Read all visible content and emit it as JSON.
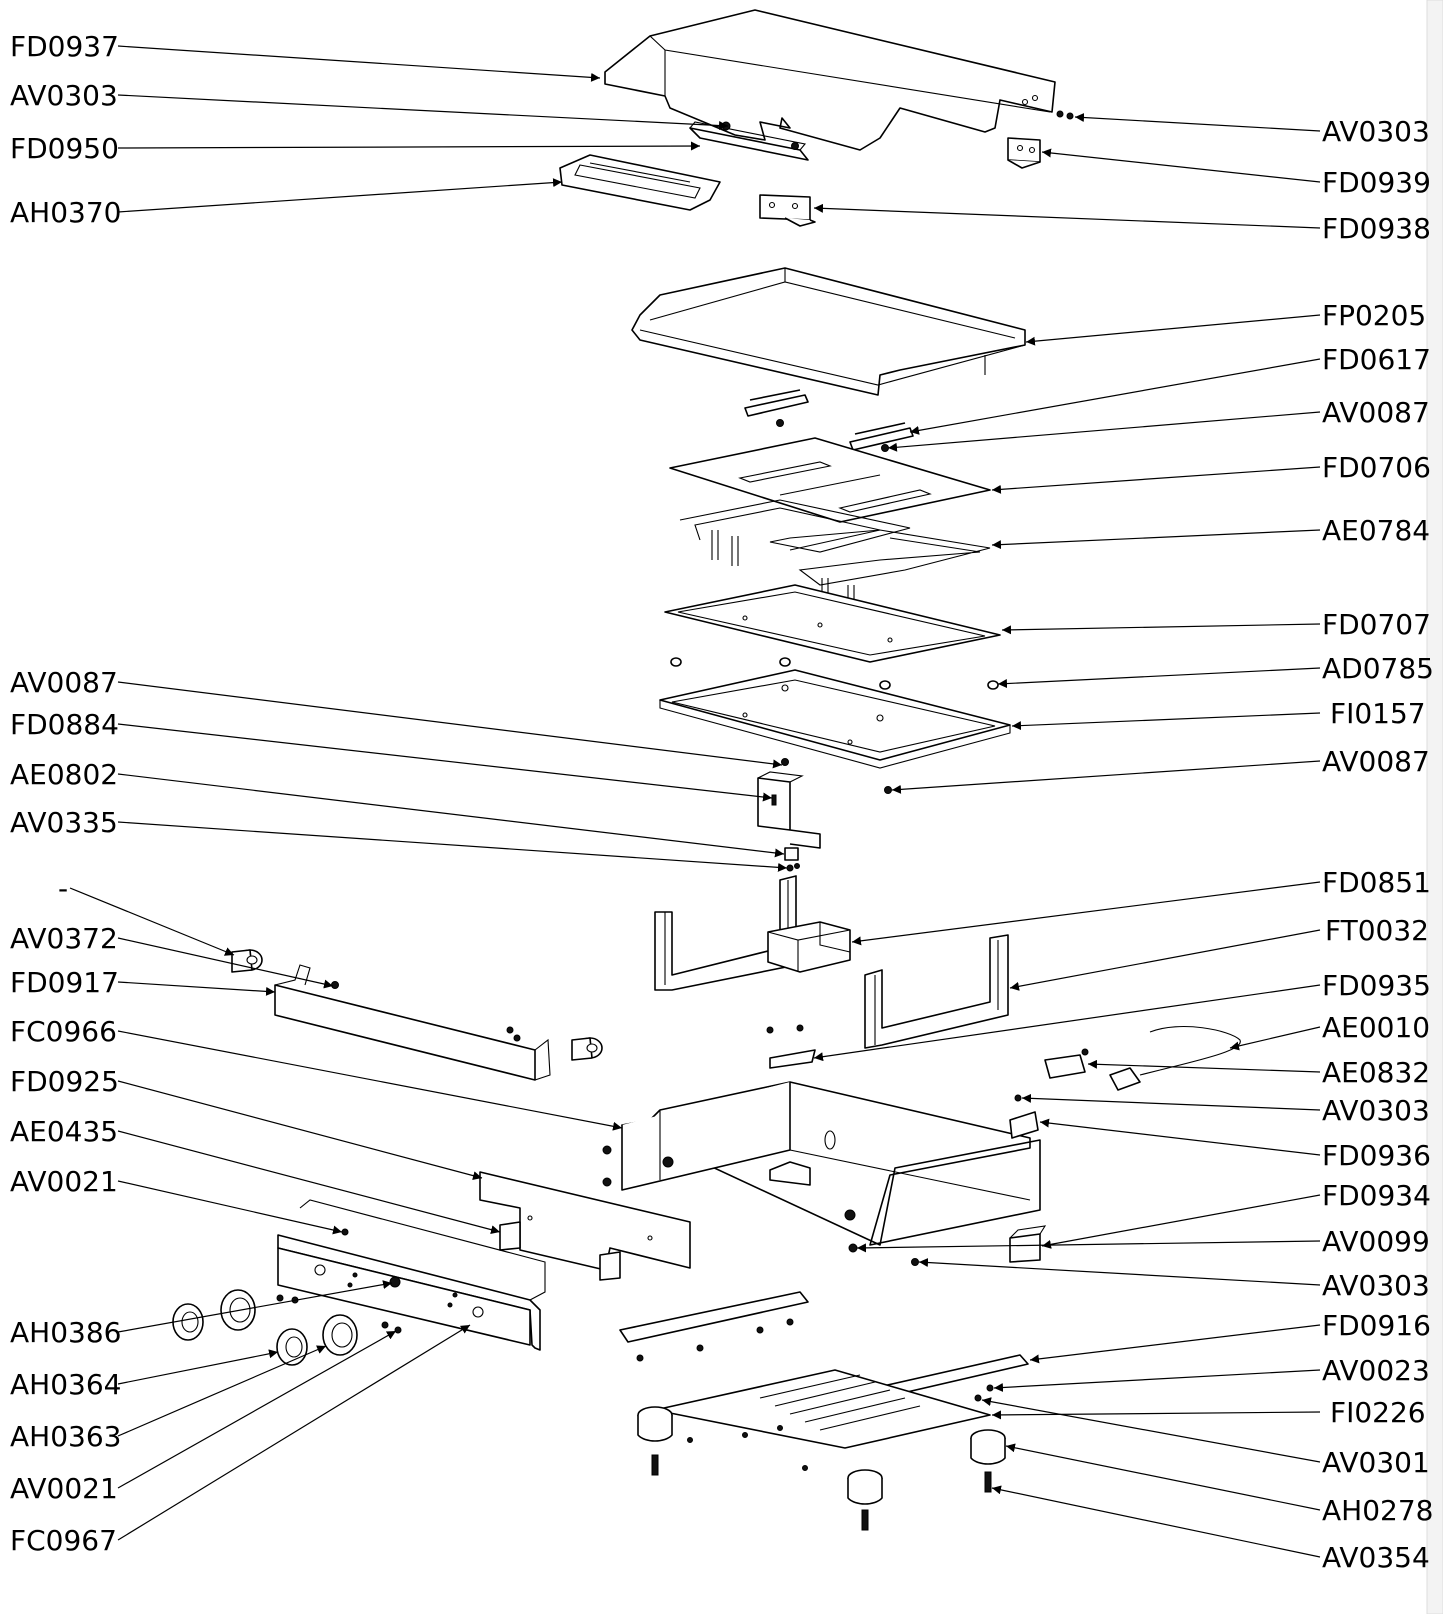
{
  "diagram": {
    "labels_left": [
      {
        "id": "l1",
        "text": "FD0937"
      },
      {
        "id": "l2",
        "text": "AV0303"
      },
      {
        "id": "l3",
        "text": "FD0950"
      },
      {
        "id": "l4",
        "text": "AH0370"
      },
      {
        "id": "l5",
        "text": "AV0087"
      },
      {
        "id": "l6",
        "text": "FD0884"
      },
      {
        "id": "l7",
        "text": "AE0802"
      },
      {
        "id": "l8",
        "text": "AV0335"
      },
      {
        "id": "l9",
        "text": "-"
      },
      {
        "id": "l10",
        "text": "AV0372"
      },
      {
        "id": "l11",
        "text": "FD0917"
      },
      {
        "id": "l12",
        "text": "FC0966"
      },
      {
        "id": "l13",
        "text": "FD0925"
      },
      {
        "id": "l14",
        "text": "AE0435"
      },
      {
        "id": "l15",
        "text": "AV0021"
      },
      {
        "id": "l16",
        "text": "AH0386"
      },
      {
        "id": "l17",
        "text": "AH0364"
      },
      {
        "id": "l18",
        "text": "AH0363"
      },
      {
        "id": "l19",
        "text": "AV0021"
      },
      {
        "id": "l20",
        "text": "FC0967"
      }
    ],
    "labels_right": [
      {
        "id": "r1",
        "text": "AV0303"
      },
      {
        "id": "r2",
        "text": "FD0939"
      },
      {
        "id": "r3",
        "text": "FD0938"
      },
      {
        "id": "r4",
        "text": "FP0205"
      },
      {
        "id": "r5",
        "text": "FD0617"
      },
      {
        "id": "r6",
        "text": "AV0087"
      },
      {
        "id": "r7",
        "text": "FD0706"
      },
      {
        "id": "r8",
        "text": "AE0784"
      },
      {
        "id": "r9",
        "text": "FD0707"
      },
      {
        "id": "r10",
        "text": "AD0785"
      },
      {
        "id": "r11",
        "text": "FI0157"
      },
      {
        "id": "r12",
        "text": "AV0087"
      },
      {
        "id": "r13",
        "text": "FD0851"
      },
      {
        "id": "r14",
        "text": "FT0032"
      },
      {
        "id": "r15",
        "text": "FD0935"
      },
      {
        "id": "r16",
        "text": "AE0010"
      },
      {
        "id": "r17",
        "text": "AE0832"
      },
      {
        "id": "r18",
        "text": "AV0303"
      },
      {
        "id": "r19",
        "text": "FD0936"
      },
      {
        "id": "r20",
        "text": "FD0934"
      },
      {
        "id": "r21",
        "text": "AV0099"
      },
      {
        "id": "r22",
        "text": "AV0303"
      },
      {
        "id": "r23",
        "text": "FD0916"
      },
      {
        "id": "r24",
        "text": "AV0023"
      },
      {
        "id": "r25",
        "text": "FI0226"
      },
      {
        "id": "r26",
        "text": "AV0301"
      },
      {
        "id": "r27",
        "text": "AH0278"
      },
      {
        "id": "r28",
        "text": "AV0354"
      }
    ]
  }
}
